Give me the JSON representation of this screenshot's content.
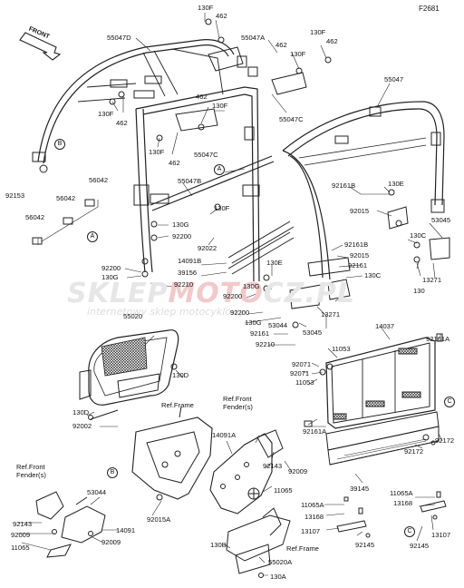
{
  "diagram_code": "F2681",
  "front_label": "FRONT",
  "watermark": {
    "part1": "SKLEP",
    "part2": "MOTO",
    "part3": "CZ.PL",
    "tagline": "internetowy sklep motocyklowy"
  },
  "labels": {
    "p130F_a": "130F",
    "p462_a": "462",
    "p55047D": "55047D",
    "p55047A": "55047A",
    "p462_b": "462",
    "p130F_b": "130F",
    "p462_c": "462",
    "p130F_c": "130F",
    "p55047": "55047",
    "p55047C_a": "55047C",
    "p130F_d": "130F",
    "p462_d": "462",
    "p462_e": "462",
    "p130F_e": "130F",
    "p55047C_b": "55047C",
    "p130F_f": "130F",
    "p462_f": "462",
    "p55047B": "55047B",
    "p92153": "92153",
    "p56042_a": "56042",
    "p56042_b": "56042",
    "p56042_c": "56042",
    "p92161B_a": "92161B",
    "p130E_a": "130E",
    "p92015_a": "92015",
    "p53045_a": "53045",
    "p130G_a": "130G",
    "p92200_a": "92200",
    "p130F_g": "130F",
    "p92022": "92022",
    "p14091B": "14091B",
    "p39156": "39156",
    "p92200_b": "92200",
    "p130G_b": "130G",
    "p92210_a": "92210",
    "p92161B_b": "92161B",
    "p92015_b": "92015",
    "p92161_a": "92161",
    "p130C_a": "130C",
    "p130E_b": "130E",
    "p130G_c": "130G",
    "p92200_c": "92200",
    "p92200_d": "92200",
    "p130G_d": "130G",
    "p53044_a": "53044",
    "p92161_b": "92161",
    "p92210_b": "92210",
    "p130C_b": "130C",
    "p13271_a": "13271",
    "p13271_b": "13271",
    "p53045_b": "53045",
    "p130_a": "130",
    "p55020": "55020",
    "p130D_a": "130D",
    "p130D_b": "130D",
    "p92002": "92002",
    "p14037": "14037",
    "p92161A_a": "92161A",
    "p11053_a": "11053",
    "p92071_a": "92071",
    "p92071_b": "92071",
    "p11053_b": "11053",
    "p14091A": "14091A",
    "p92143_a": "92143",
    "p92009_a": "92009",
    "p11065_a": "11065",
    "p92161A_b": "92161A",
    "p92172_a": "92172",
    "p92172_b": "92172",
    "p39145": "39145",
    "p11065A_a": "11065A",
    "p13168_a": "13168",
    "p13107_a": "13107",
    "p92145_a": "92145",
    "p11065A_b": "11065A",
    "p13168_b": "13168",
    "p13107_b": "13107",
    "p92145_b": "92145",
    "p53044_b": "53044",
    "p92015A": "92015A",
    "p92143_b": "92143",
    "p92009_b": "92009",
    "p11065_b": "11065",
    "p14091": "14091",
    "p92009_c": "92009",
    "p130B": "130B",
    "p55020A": "55020A",
    "p130A": "130A"
  },
  "ref_labels": {
    "ref_frame_1": "Ref.Frame",
    "ref_front_fender_1": "Ref.Front\nFender(s)",
    "ref_front_fender_2": "Ref.Front\nFender(s)",
    "ref_frame_2": "Ref.Frame"
  },
  "callouts": {
    "A": "A",
    "B": "B",
    "C": "C"
  }
}
